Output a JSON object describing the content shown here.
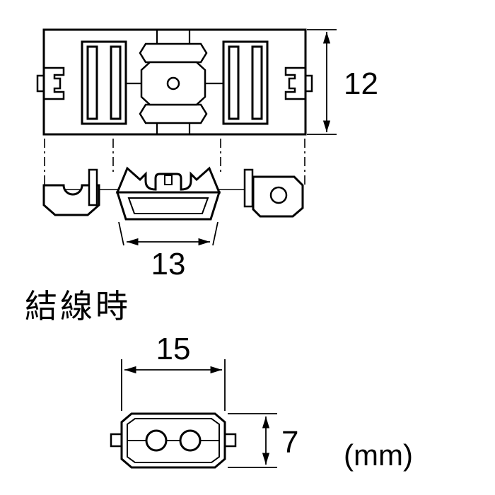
{
  "page": {
    "background": "#ffffff",
    "line_color": "#000000"
  },
  "labels": {
    "connected_state": "結線時",
    "unit": "(mm)"
  },
  "dimensions": {
    "top_view_height": "12",
    "base_width": "13",
    "connected_width": "15",
    "connected_height": "7"
  }
}
